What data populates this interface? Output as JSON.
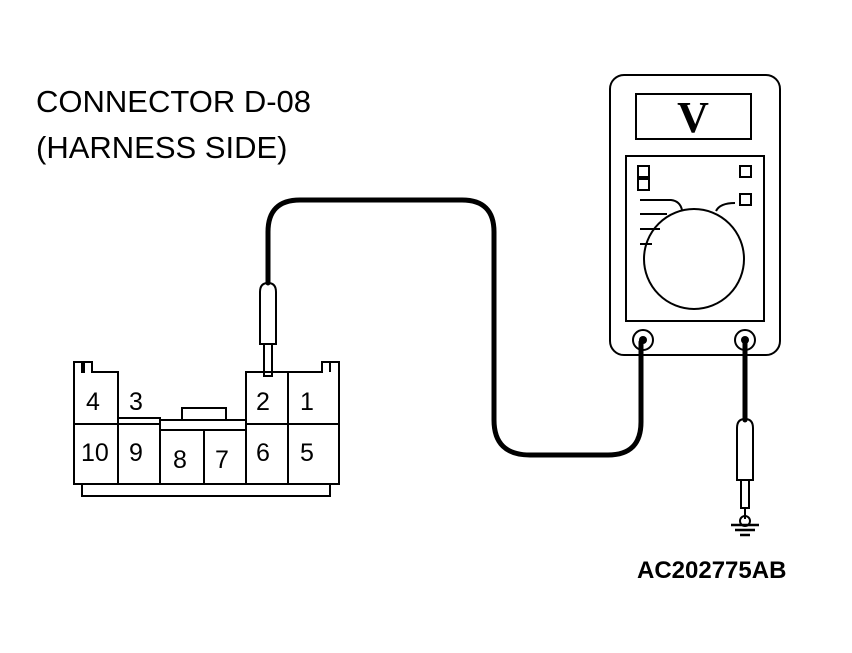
{
  "connector": {
    "title_line1": "CONNECTOR D-08",
    "title_line2": "(HARNESS SIDE)",
    "pins": {
      "p1": "1",
      "p2": "2",
      "p3": "3",
      "p4": "4",
      "p5": "5",
      "p6": "6",
      "p7": "7",
      "p8": "8",
      "p9": "9",
      "p10": "10"
    }
  },
  "meter": {
    "display": "V"
  },
  "figure_code": "AC202775AB",
  "colors": {
    "line": "#000000",
    "background": "#ffffff"
  },
  "icons": [
    "voltmeter-icon",
    "ground-icon",
    "test-probe-icon"
  ]
}
